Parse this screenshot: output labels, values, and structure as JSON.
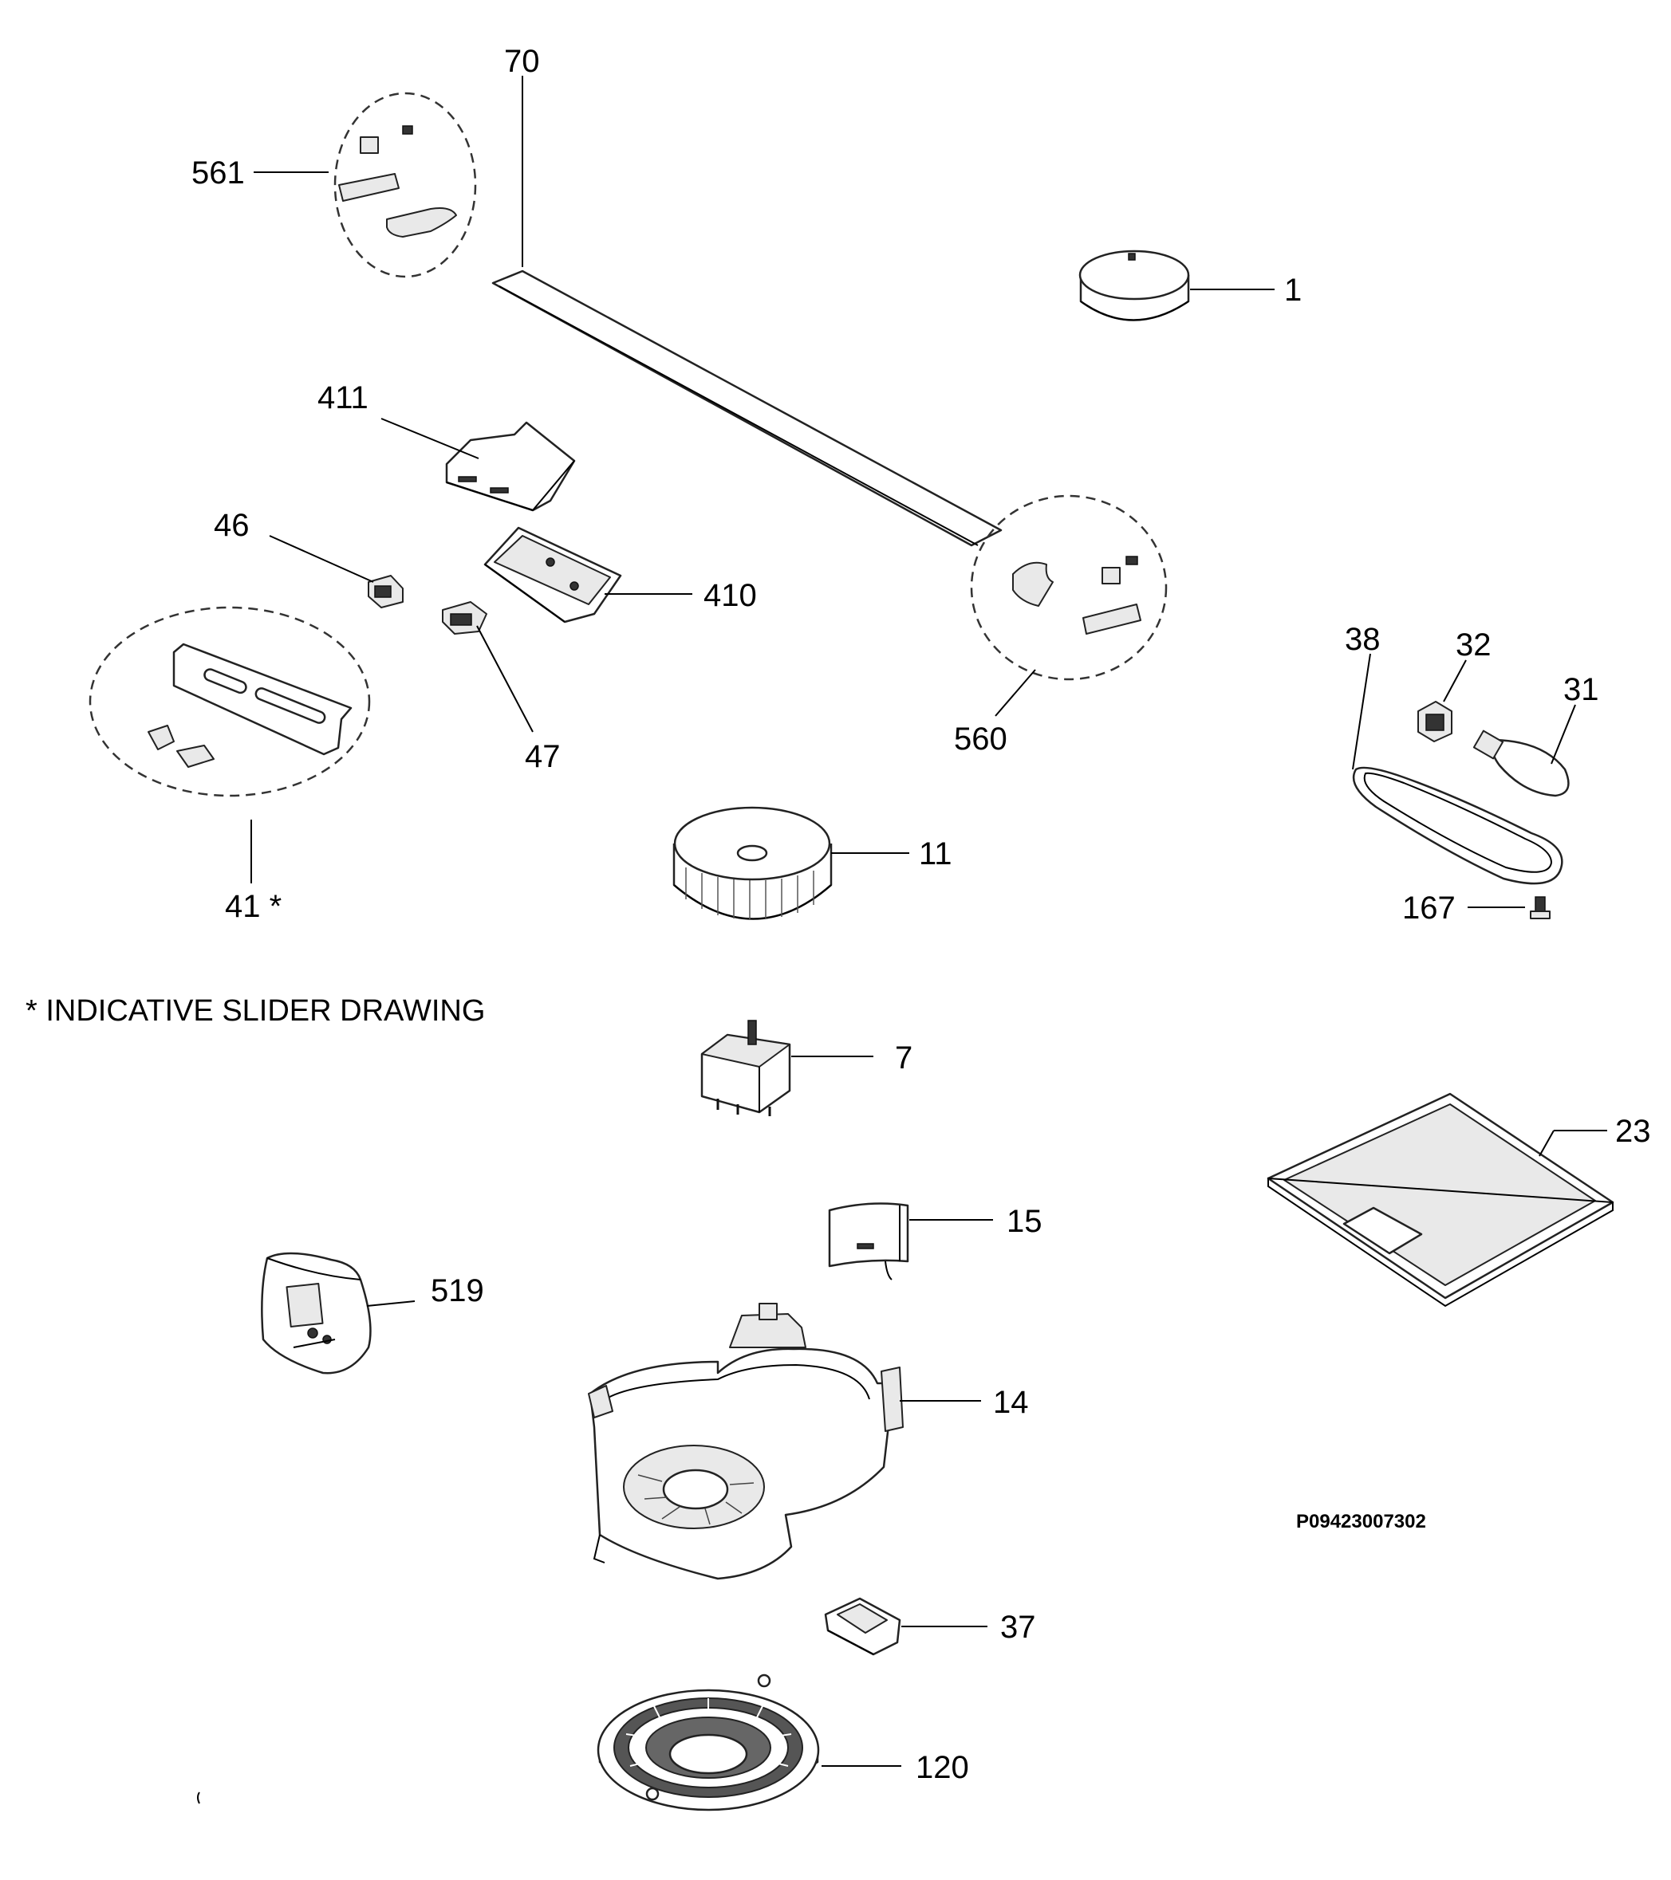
{
  "diagram": {
    "callouts": {
      "c70": "70",
      "c561": "561",
      "c1": "1",
      "c411": "411",
      "c46": "46",
      "c410": "410",
      "c47": "47",
      "c560": "560",
      "c41": "41 *",
      "c38": "38",
      "c32": "32",
      "c31": "31",
      "c11": "11",
      "c167": "167",
      "c7": "7",
      "c23": "23",
      "c15": "15",
      "c519": "519",
      "c14": "14",
      "c37": "37",
      "c120": "120"
    },
    "note": "* INDICATIVE SLIDER DRAWING",
    "drawing_code": "P09423007302"
  }
}
